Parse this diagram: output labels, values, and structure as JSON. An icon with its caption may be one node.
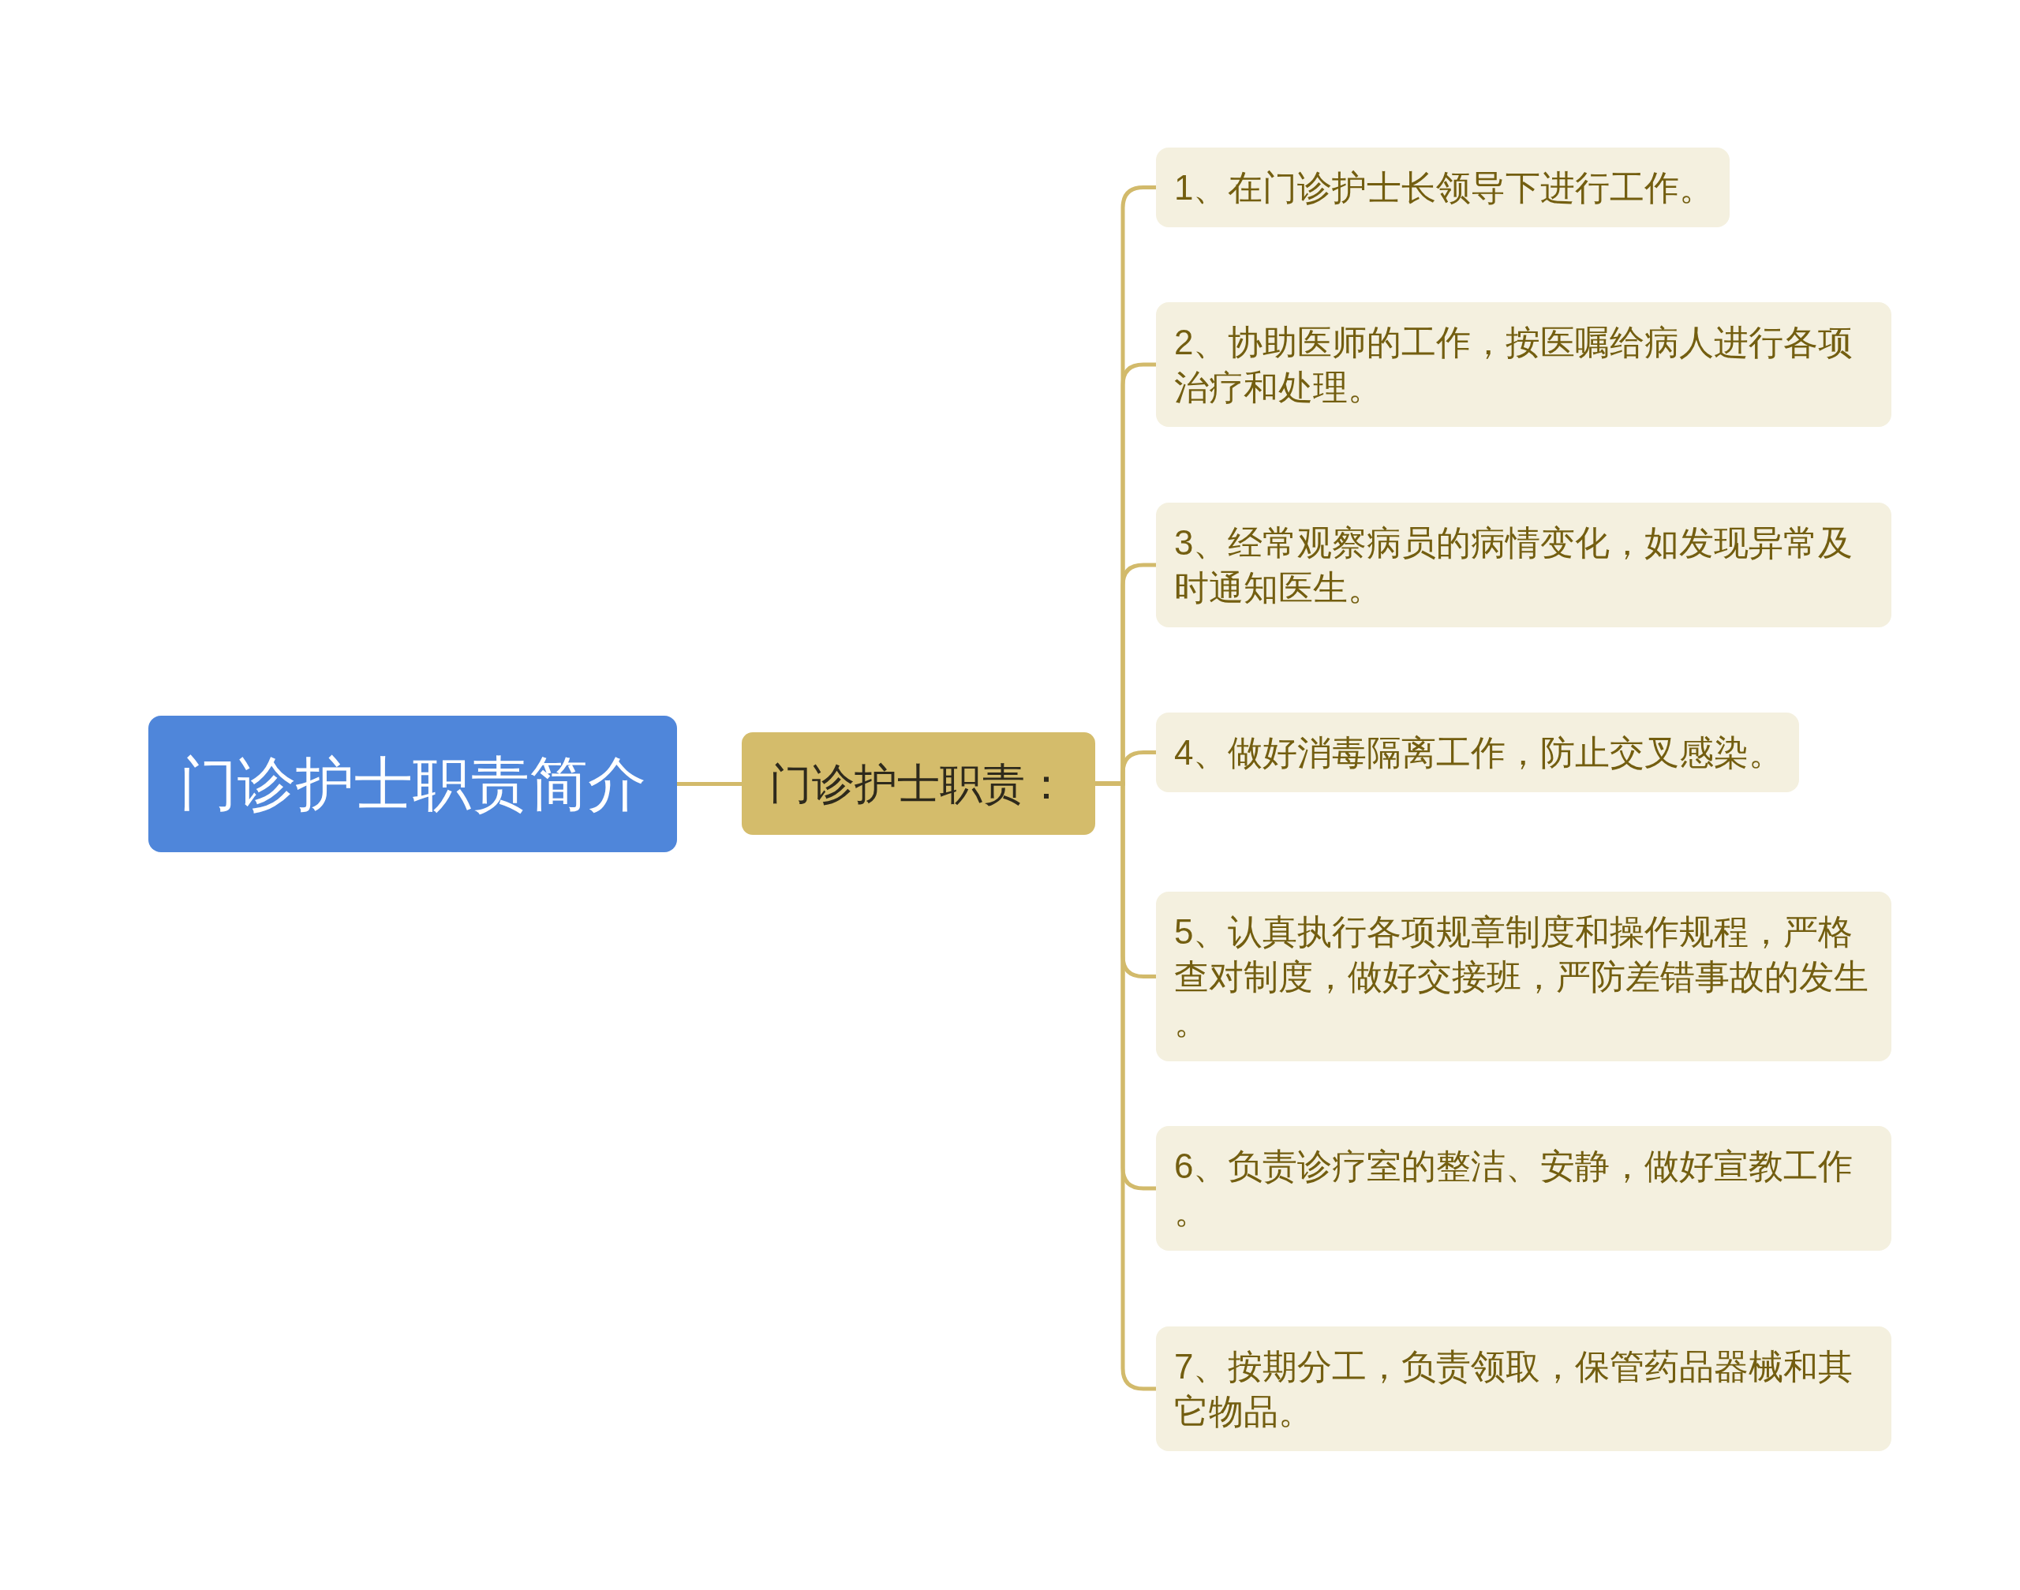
{
  "diagram": {
    "nodes": [
      {
        "text": [
          "门诊护士职责简介"
        ]
      },
      {
        "text": [
          "门诊护士职责："
        ]
      },
      {
        "text": [
          "1、在门诊护士长领导下进行工作。"
        ]
      },
      {
        "text": [
          "2、协助医师的工作，按医嘱给病人进行各项治疗和处理。"
        ]
      },
      {
        "text": [
          "3、经常观察病员的病情变化，如发现异常及时通知医生。"
        ]
      },
      {
        "text": [
          "4、做好消毒隔离工作，防止交叉感染。"
        ]
      },
      {
        "text": [
          "5、认真执行各项规章制度和操作规程，严格查对制度，做好交接班，严防差错事故的发生。"
        ]
      },
      {
        "text": [
          "6、负责诊疗室的整洁、安静，做好宣教工作。"
        ]
      },
      {
        "text": [
          "7、按期分工，负责领取，保管药品器械和其它物品。"
        ]
      }
    ],
    "edges": [
      {
        "from": 0,
        "to": 1,
        "arrow": "none"
      },
      {
        "from": 1,
        "to": 2,
        "arrow": "none"
      },
      {
        "from": 1,
        "to": 3,
        "arrow": "none"
      },
      {
        "from": 1,
        "to": 4,
        "arrow": "none"
      },
      {
        "from": 1,
        "to": 5,
        "arrow": "none"
      },
      {
        "from": 1,
        "to": 6,
        "arrow": "none"
      },
      {
        "from": 1,
        "to": 7,
        "arrow": "none"
      },
      {
        "from": 1,
        "to": 8,
        "arrow": "none"
      }
    ]
  }
}
